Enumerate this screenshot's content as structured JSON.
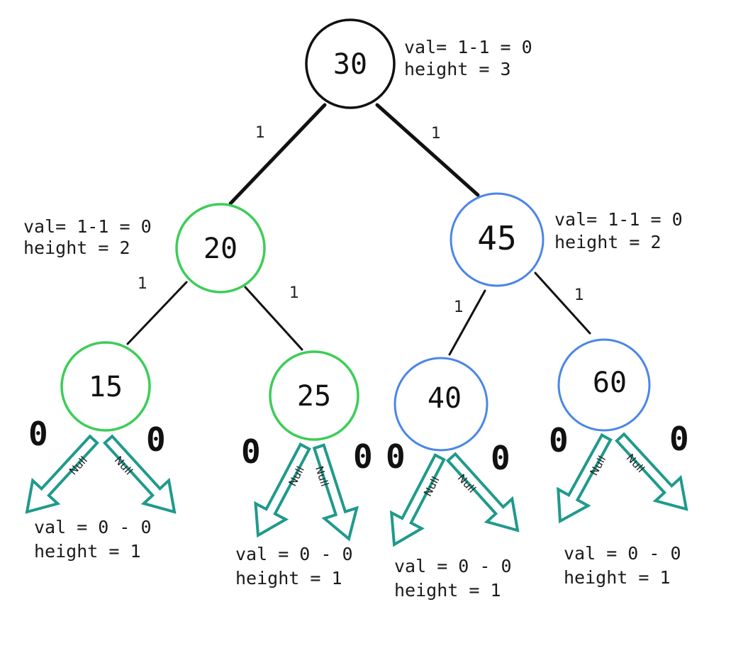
{
  "colors": {
    "root_stroke": "#111111",
    "green": "#3ccd58",
    "blue": "#4a86e8",
    "arrow": "#1f9a8c",
    "edge": "#111111"
  },
  "nodes": [
    {
      "id": "n30",
      "value": "30",
      "color": "root_stroke",
      "ann1": "val= 1-1 = 0",
      "ann2": "height = 3"
    },
    {
      "id": "n20",
      "value": "20",
      "color": "green",
      "ann1": "val= 1-1 = 0",
      "ann2": "height = 2"
    },
    {
      "id": "n45",
      "value": "45",
      "color": "blue",
      "ann1": "val= 1-1 = 0",
      "ann2": "height = 2"
    },
    {
      "id": "n15",
      "value": "15",
      "color": "green",
      "ann1": "val = 0 - 0",
      "ann2": "height = 1"
    },
    {
      "id": "n25",
      "value": "25",
      "color": "green",
      "ann1": "val = 0 - 0",
      "ann2": "height = 1"
    },
    {
      "id": "n40",
      "value": "40",
      "color": "blue",
      "ann1": "val = 0 - 0",
      "ann2": "height = 1"
    },
    {
      "id": "n60",
      "value": "60",
      "color": "blue",
      "ann1": "val = 0 - 0",
      "ann2": "height = 1"
    }
  ],
  "edges": [
    {
      "from": "n30",
      "to": "n20",
      "weight": "1"
    },
    {
      "from": "n30",
      "to": "n45",
      "weight": "1"
    },
    {
      "from": "n20",
      "to": "n15",
      "weight": "1"
    },
    {
      "from": "n20",
      "to": "n25",
      "weight": "1"
    },
    {
      "from": "n45",
      "to": "n40",
      "weight": "1"
    },
    {
      "from": "n45",
      "to": "n60",
      "weight": "1"
    }
  ],
  "null_children": {
    "label": "Null",
    "height_value": "0"
  }
}
